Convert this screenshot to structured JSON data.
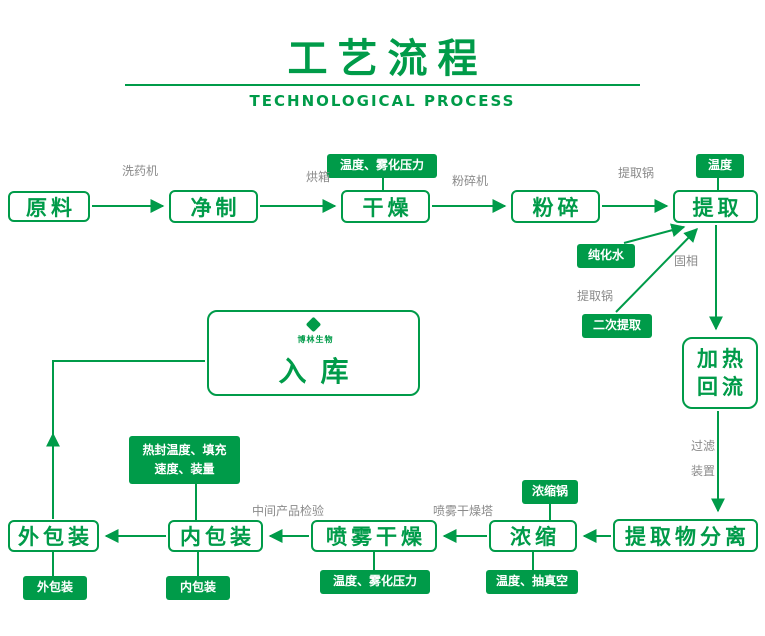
{
  "colors": {
    "green": "#009b49",
    "gray_text": "#8a8a8a"
  },
  "header": {
    "title": "工艺流程",
    "subtitle": "TECHNOLOGICAL PROCESS"
  },
  "logo": {
    "text": "博林生物"
  },
  "nodes": {
    "raw_material": "原料",
    "purification": "净制",
    "drying": "干燥",
    "crushing": "粉碎",
    "extraction": "提取",
    "reflux_line1": "加热",
    "reflux_line2": "回流",
    "separation": "提取物分离",
    "concentration": "浓缩",
    "spray_drying": "喷雾干燥",
    "inner_packing": "内包装",
    "outer_packing": "外包装",
    "storage": "入库"
  },
  "green_labels": {
    "temp_atomization_top": "温度、雾化压力",
    "temperature": "温度",
    "purified_water": "纯化水",
    "secondary_extraction": "二次提取",
    "concentration_pot": "浓缩锅",
    "temp_vacuum": "温度、抽真空",
    "temp_atomization_bottom": "温度、雾化压力",
    "inner_packing": "内包装",
    "outer_packing": "外包装",
    "heat_seal_line1": "热封温度、填充",
    "heat_seal_line2": "速度、装量"
  },
  "gray_labels": {
    "washing_machine": "洗药机",
    "oven": "烘箱",
    "crusher": "粉碎机",
    "extraction_pot_top": "提取锅",
    "solid_phase": "固相",
    "extraction_pot_mid": "提取锅",
    "filter_device_line1": "过滤",
    "filter_device_line2": "装置",
    "intermediate_inspection": "中间产品检验",
    "spray_tower": "喷雾干燥塔"
  }
}
